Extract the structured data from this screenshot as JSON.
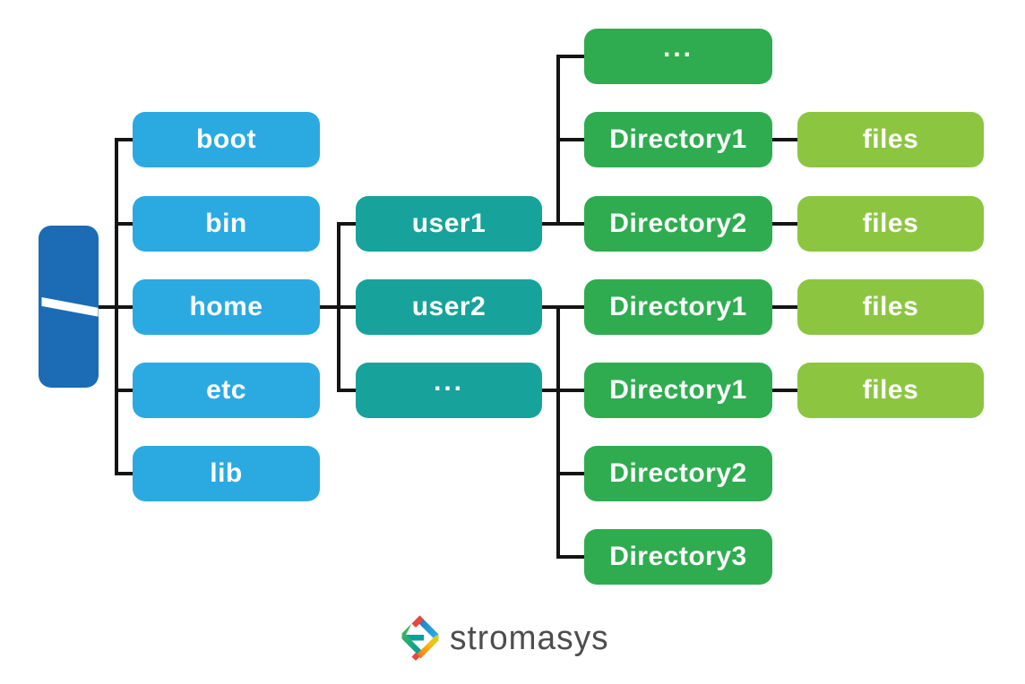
{
  "tree": {
    "root": {
      "label": "/"
    },
    "level1": [
      {
        "label": "boot"
      },
      {
        "label": "bin"
      },
      {
        "label": "home"
      },
      {
        "label": "etc"
      },
      {
        "label": "lib"
      }
    ],
    "level2": [
      {
        "label": "user1"
      },
      {
        "label": "user2"
      },
      {
        "label": "..."
      }
    ],
    "level3": [
      {
        "label": "..."
      },
      {
        "label": "Directory1"
      },
      {
        "label": "Directory2"
      },
      {
        "label": "Directory1"
      },
      {
        "label": "Directory1"
      },
      {
        "label": "Directory2"
      },
      {
        "label": "Directory3"
      }
    ],
    "level4": [
      {
        "label": "files"
      },
      {
        "label": "files"
      },
      {
        "label": "files"
      },
      {
        "label": "files"
      }
    ]
  },
  "colors": {
    "root": "#1B6CB5",
    "level1": "#2BAAE2",
    "level2": "#17A39B",
    "level3": "#2FAC50",
    "level4": "#8CC640",
    "connector": "#141414",
    "logo_text": "#4D4D4D"
  },
  "logo": {
    "text": "stromasys",
    "icon": "stromasys-hex-s-logo"
  }
}
